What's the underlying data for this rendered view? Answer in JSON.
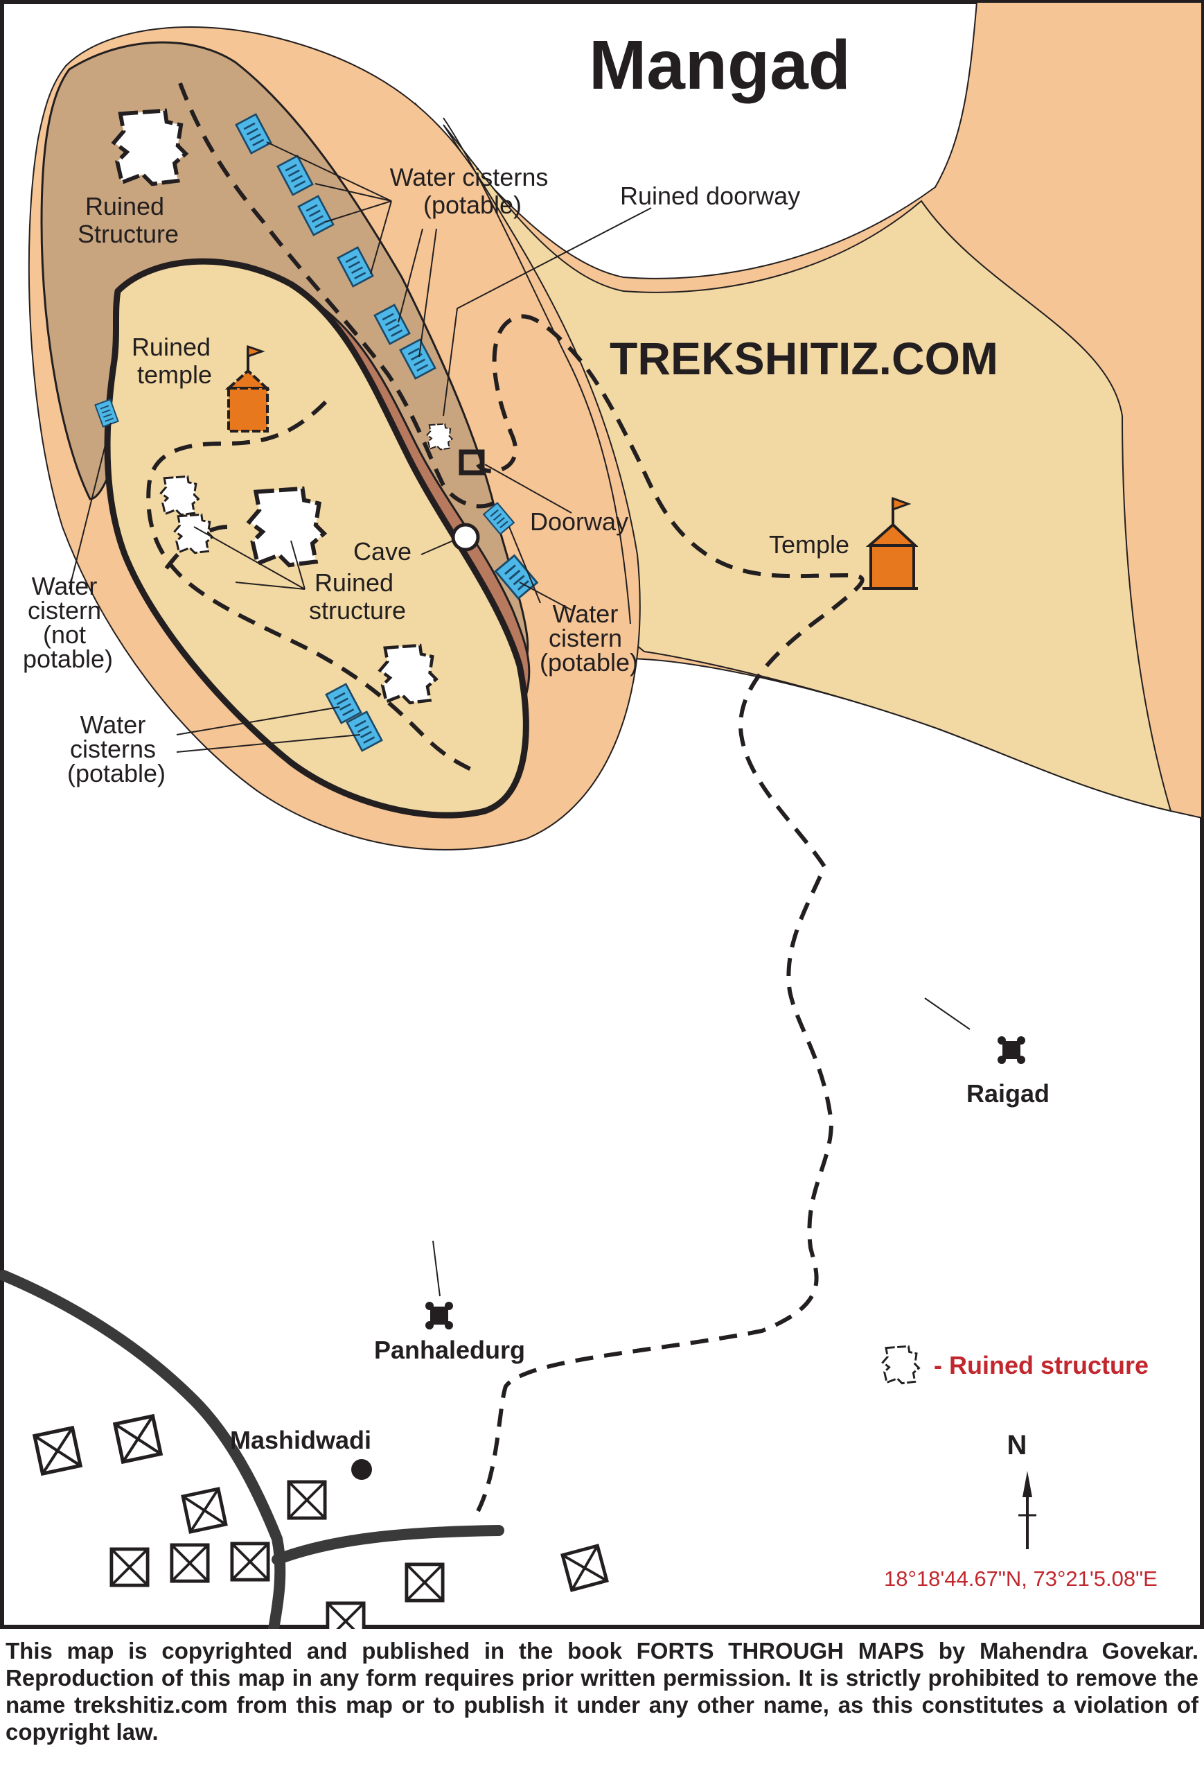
{
  "title": "Mangad",
  "watermark": "TREKSHITIZ.COM",
  "labels": {
    "ruined_structure_top": [
      "Ruined",
      "Structure"
    ],
    "water_cisterns_top": [
      "Water cisterns",
      "(potable)"
    ],
    "ruined_doorway": "Ruined doorway",
    "ruined_temple": [
      "Ruined",
      "temple"
    ],
    "doorway": "Doorway",
    "temple": "Temple",
    "cave": "Cave",
    "ruined_structure_mid": [
      "Ruined",
      "structure"
    ],
    "water_cistern_right": [
      "Water",
      "cistern",
      "(potable)"
    ],
    "water_cistern_left": [
      "Water",
      "cistern",
      "(not",
      "potable)"
    ],
    "water_cisterns_bottom": [
      "Water",
      "cisterns",
      "(potable)"
    ],
    "raigad": "Raigad",
    "panhaledurg": "Panhaledurg",
    "mashidwadi": "Mashidwadi",
    "north": "N"
  },
  "legend": {
    "ruined_structure": "- Ruined structure"
  },
  "coordinates": "18°18'44.67\"N, 73°21'5.08\"E",
  "copyright": "This map is copyrighted and published in the book FORTS THROUGH MAPS by Mahendra Govekar. Reproduction of this map in any form requires prior written permission. It is strictly prohibited to remove the name trekshitiz.com from this map or to publish it under any other name, as this constitutes a violation of copyright law.",
  "colors": {
    "outer_terrain": "#f5c595",
    "plateau": "#f2d9a4",
    "upper_ridge": "#c9a57f",
    "cave_band": "#b87a5f",
    "cistern_blue": "#4db8e8",
    "temple_orange": "#e8781e",
    "legend_red": "#c1272d"
  },
  "icons": [
    "ruined-structure-icon",
    "water-cistern-icon",
    "temple-icon",
    "fort-icon",
    "village-house-icon",
    "north-arrow-icon",
    "village-dot-icon"
  ]
}
